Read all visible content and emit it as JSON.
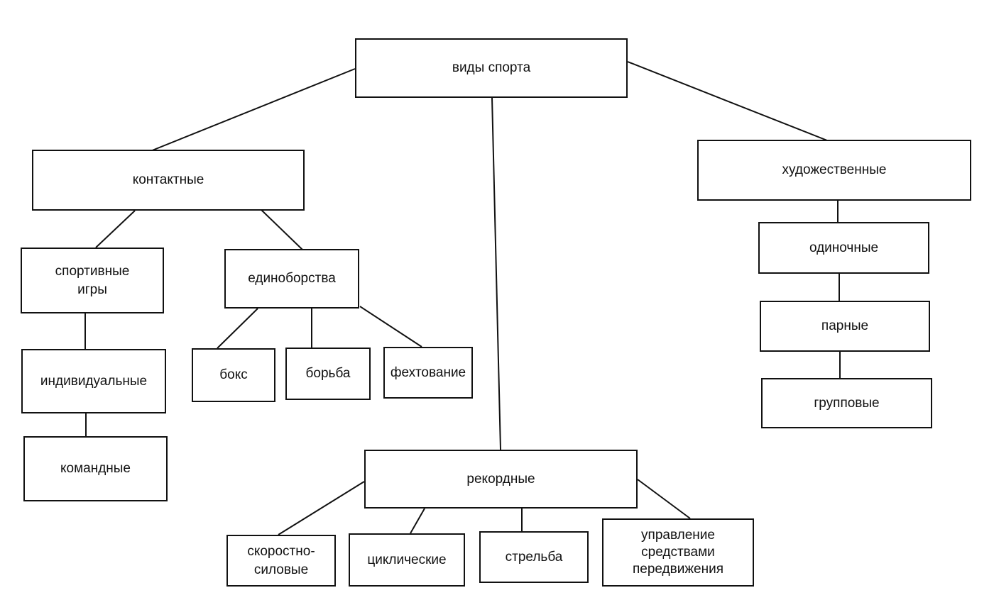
{
  "nodes": {
    "root": {
      "lines": [
        "виды спорта"
      ]
    },
    "contact": {
      "lines": [
        "контактные"
      ]
    },
    "artistic": {
      "lines": [
        "художественные"
      ]
    },
    "sport_games": {
      "lines": [
        "спортивные",
        "игры"
      ]
    },
    "martial": {
      "lines": [
        "единоборства"
      ]
    },
    "individual": {
      "lines": [
        "индивидуальные"
      ]
    },
    "team": {
      "lines": [
        "командные"
      ]
    },
    "boxing": {
      "lines": [
        "бокс"
      ]
    },
    "wrestling": {
      "lines": [
        "борьба"
      ]
    },
    "fencing": {
      "lines": [
        "фехтование"
      ]
    },
    "single": {
      "lines": [
        "одиночные"
      ]
    },
    "pair": {
      "lines": [
        "парные"
      ]
    },
    "group": {
      "lines": [
        "групповые"
      ]
    },
    "record": {
      "lines": [
        "рекордные"
      ]
    },
    "speed_strength": {
      "lines": [
        "скоростно-",
        "силовые"
      ]
    },
    "cyclic": {
      "lines": [
        "циклические"
      ]
    },
    "shooting": {
      "lines": [
        "стрельба"
      ]
    },
    "vehicles": {
      "lines": [
        "управление",
        "средствами",
        "передвижения"
      ]
    }
  },
  "edges": [
    [
      "root",
      "contact"
    ],
    [
      "root",
      "artistic"
    ],
    [
      "root",
      "record"
    ],
    [
      "contact",
      "sport_games"
    ],
    [
      "contact",
      "martial"
    ],
    [
      "sport_games",
      "individual"
    ],
    [
      "individual",
      "team"
    ],
    [
      "martial",
      "boxing"
    ],
    [
      "martial",
      "wrestling"
    ],
    [
      "martial",
      "fencing"
    ],
    [
      "artistic",
      "single"
    ],
    [
      "single",
      "pair"
    ],
    [
      "pair",
      "group"
    ],
    [
      "record",
      "speed_strength"
    ],
    [
      "record",
      "cyclic"
    ],
    [
      "record",
      "shooting"
    ],
    [
      "record",
      "vehicles"
    ]
  ]
}
